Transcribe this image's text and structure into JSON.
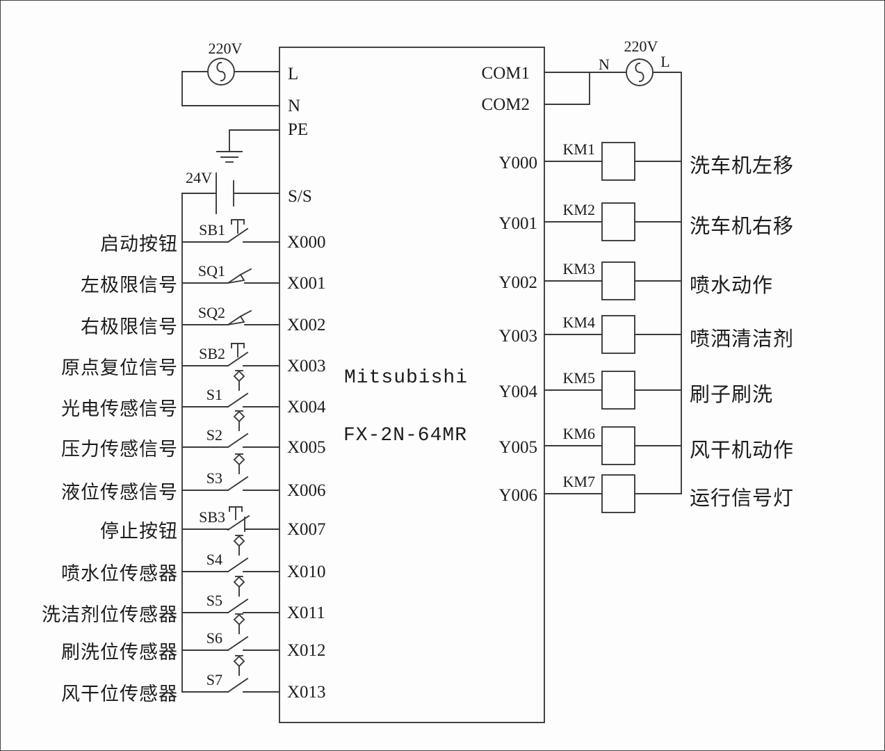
{
  "plc": {
    "brand": "Mitsubishi",
    "model": "FX-2N-64MR",
    "left_terminals": {
      "l": "L",
      "n": "N",
      "pe": "PE",
      "ss": "S/S"
    },
    "right_terminals": {
      "com1": "COM1",
      "com2": "COM2"
    }
  },
  "power": {
    "ac_left": {
      "voltage": "220V"
    },
    "ac_right": {
      "voltage": "220V",
      "neutral": "N",
      "line": "L"
    },
    "dc": {
      "voltage": "24V"
    }
  },
  "inputs": [
    {
      "device": "SB1",
      "terminal": "X000",
      "label": "启动按钮",
      "type": "pushbutton-no"
    },
    {
      "device": "SQ1",
      "terminal": "X001",
      "label": "左极限信号",
      "type": "limit-switch"
    },
    {
      "device": "SQ2",
      "terminal": "X002",
      "label": "右极限信号",
      "type": "limit-switch"
    },
    {
      "device": "SB2",
      "terminal": "X003",
      "label": "原点复位信号",
      "type": "pushbutton-no"
    },
    {
      "device": "S1",
      "terminal": "X004",
      "label": "光电传感信号",
      "type": "sensor-switch"
    },
    {
      "device": "S2",
      "terminal": "X005",
      "label": "压力传感信号",
      "type": "sensor-switch"
    },
    {
      "device": "S3",
      "terminal": "X006",
      "label": "液位传感信号",
      "type": "sensor-switch"
    },
    {
      "device": "SB3",
      "terminal": "X007",
      "label": "停止按钮",
      "type": "pushbutton-nc"
    },
    {
      "device": "S4",
      "terminal": "X010",
      "label": "喷水位传感器",
      "type": "sensor-switch"
    },
    {
      "device": "S5",
      "terminal": "X011",
      "label": "洗洁剂位传感器",
      "type": "sensor-switch"
    },
    {
      "device": "S6",
      "terminal": "X012",
      "label": "刷洗位传感器",
      "type": "sensor-switch"
    },
    {
      "device": "S7",
      "terminal": "X013",
      "label": "风干位传感器",
      "type": "sensor-switch"
    }
  ],
  "outputs": [
    {
      "terminal": "Y000",
      "coil": "KM1",
      "label": "洗车机左移"
    },
    {
      "terminal": "Y001",
      "coil": "KM2",
      "label": "洗车机右移"
    },
    {
      "terminal": "Y002",
      "coil": "KM3",
      "label": "喷水动作"
    },
    {
      "terminal": "Y003",
      "coil": "KM4",
      "label": "喷洒清洁剂"
    },
    {
      "terminal": "Y004",
      "coil": "KM5",
      "label": "刷子刷洗"
    },
    {
      "terminal": "Y005",
      "coil": "KM6",
      "label": "风干机动作"
    },
    {
      "terminal": "Y006",
      "coil": "KM7",
      "label": "运行信号灯"
    }
  ],
  "colors": {
    "line": "#3a3a3a",
    "text": "#1c1c1c",
    "background": "#fdfdfd"
  }
}
